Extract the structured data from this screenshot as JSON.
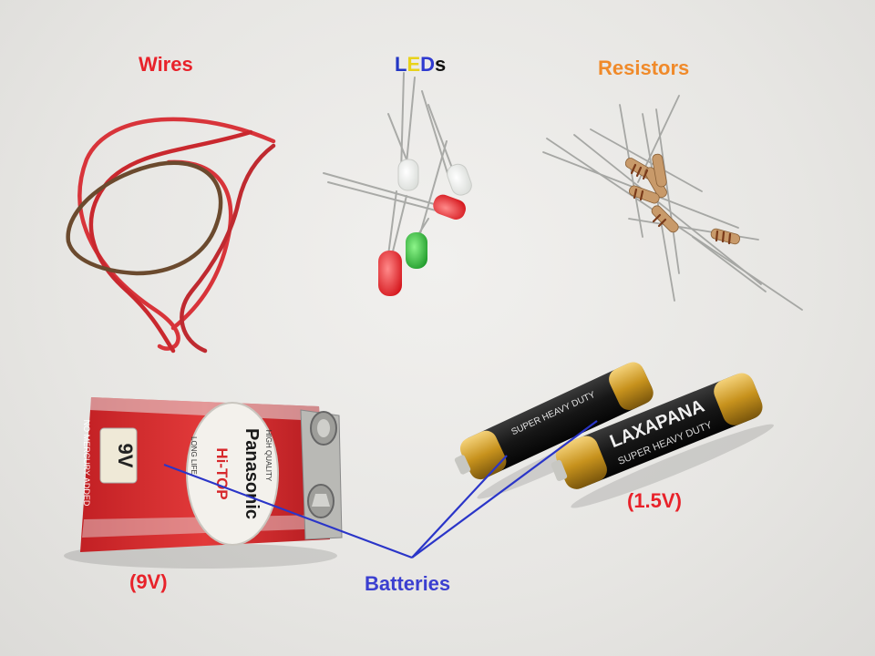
{
  "labels": {
    "wires": "Wires",
    "leds_letters": [
      {
        "ch": "L",
        "color": "#2336c4"
      },
      {
        "ch": "E",
        "color": "#e8d21a"
      },
      {
        "ch": "D",
        "color": "#2f3ad0"
      },
      {
        "ch": "s",
        "color": "#111111"
      }
    ],
    "resistors": "Resistors",
    "voltage_9v": "(9V)",
    "voltage_aa": "(1.5V)",
    "batteries": "Batteries"
  },
  "battery_9v": {
    "brand": "Panasonic",
    "line": "Hi-TOP",
    "voltage_mark": "9V",
    "side_text": "NO MERCURY ADDED",
    "quality_text": "HIGH QUALITY",
    "life_text": "LONG LIFE"
  },
  "battery_aa_1": {
    "top_text": "SUPER HEAVY DUTY"
  },
  "battery_aa_2": {
    "brand": "LAXAPANA",
    "top_text": "SUPER HEAVY DUTY"
  },
  "colors": {
    "wires_label": "#e8222a",
    "resistors_label": "#f08a2a",
    "voltage_label": "#e8222a",
    "batteries_label": "#3b3fd0",
    "pointer_line": "#2a35c8",
    "wire_red": "#d8343a",
    "wire_brown": "#6b4a2e",
    "battery_red": "#d7282b",
    "battery_gold": "#c7921d",
    "battery_black": "#1b1b1b"
  }
}
